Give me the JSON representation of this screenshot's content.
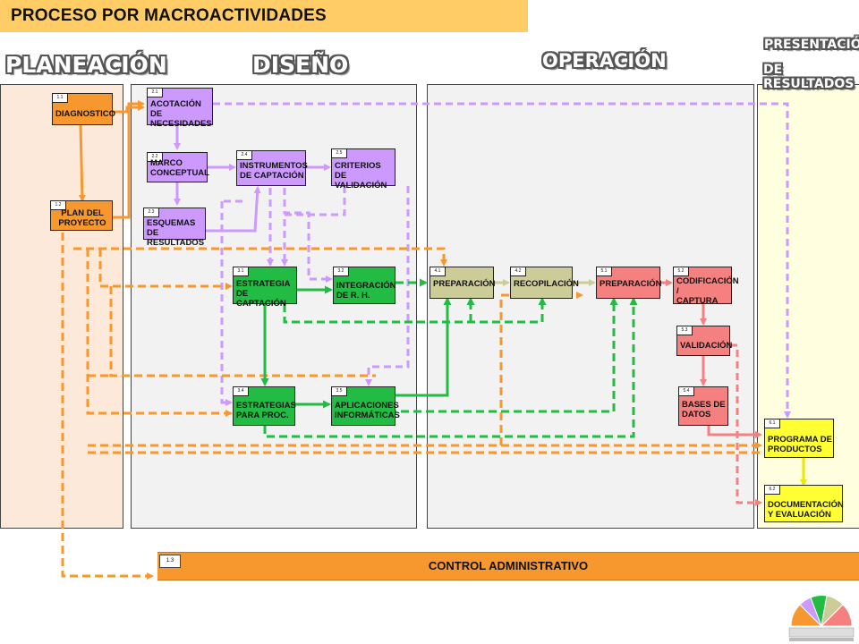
{
  "title": "PROCESO POR MACROACTIVIDADES",
  "phases": {
    "planeacion": "PLANEACIÓN",
    "diseno": "DISEÑO",
    "operacion": "OPERACIÓN",
    "presentacion_line1": "PRESENTACIÓN",
    "presentacion_line2": "DE RESULTADOS"
  },
  "boxes": {
    "diagnostico": {
      "num": "1.1",
      "label": "DIAGNOSTICO"
    },
    "plan": {
      "num": "1.2",
      "label": "PLAN DEL\nPROYECTO"
    },
    "acotacion": {
      "num": "2.1",
      "label": "ACOTACIÓN DE\nNECESIDADES"
    },
    "marco": {
      "num": "2.2",
      "label": " MARCO\nCONCEPTUAL"
    },
    "esquemas": {
      "num": "2.3",
      "label": "ESQUEMAS DE\nRESULTADOS"
    },
    "instrumentos": {
      "num": "2.4",
      "label": "INSTRUMENTOS\nDE CAPTACIÓN"
    },
    "criterios": {
      "num": "2.5",
      "label": "CRITERIOS DE\nVALIDACIÓN"
    },
    "estrategia_captacion": {
      "num": "3.1",
      "label": "ESTRATEGIA\nDE CAPTACIÓN"
    },
    "integracion": {
      "num": "3.2",
      "label": " INTEGRACIÓN\n    DE R. H."
    },
    "estrategias_proc": {
      "num": "3.4",
      "label": "ESTRATEGIAS\nPARA PROC."
    },
    "aplicaciones": {
      "num": "3.5",
      "label": "APLICACIONES\nINFORMÁTICAS"
    },
    "preparacion1": {
      "num": "4.1",
      "label": "PREPARACIÓN"
    },
    "recopilacion": {
      "num": "4.2",
      "label": "RECOPILACIÓN"
    },
    "preparacion2": {
      "num": "5.1",
      "label": "PREPARACIÓN"
    },
    "codificacion": {
      "num": "5.2",
      "label": "CODIFICACIÓN /\nCAPTURA"
    },
    "validacion": {
      "num": "5.3",
      "label": "VALIDACIÓN"
    },
    "bases": {
      "num": "5.4",
      "label": " BASES DE\n DATOS"
    },
    "programa": {
      "num": "6.1",
      "label": "PROGRAMA DE\nPRODUCTOS"
    },
    "documentacion": {
      "num": "6.2",
      "label": "DOCUMENTACIÓN\nY EVALUACIÓN"
    }
  },
  "control": {
    "num": "1.3",
    "label": "CONTROL ADMINISTRATIVO"
  },
  "colors": {
    "orange": "#f7982f",
    "purple": "#cc99ff",
    "green": "#22bb44",
    "khaki": "#cccc99",
    "salmon": "#f58080",
    "yellow": "#ffff33",
    "title": "#ffcc66"
  }
}
